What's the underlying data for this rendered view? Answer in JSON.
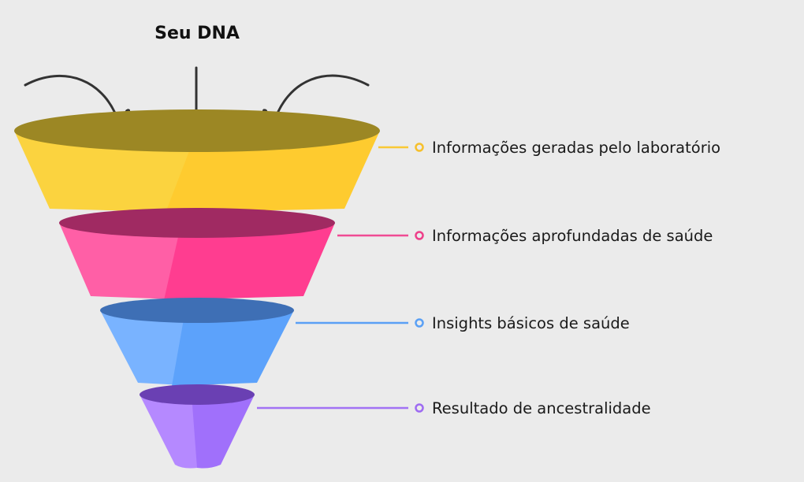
{
  "title": "Seu DNA",
  "layers": [
    {
      "label": "Informações geradas pelo laboratório",
      "colors": {
        "top": "#9c8724",
        "side_light": "#fbd33f",
        "side_dark": "#fecb2f",
        "line": "#f9c935",
        "dot": "#f6c02c"
      }
    },
    {
      "label": "Informações aprofundadas de saúde",
      "colors": {
        "top": "#a02a62",
        "side_light": "#ff5fa6",
        "side_dark": "#ff3d90",
        "line": "#f04b93",
        "dot": "#ee3f8a"
      }
    },
    {
      "label": "Insights básicos de saúde",
      "colors": {
        "top": "#3e6fb5",
        "side_light": "#79b3ff",
        "side_dark": "#5ca2fb",
        "line": "#5aa0f5",
        "dot": "#5aa0f5"
      }
    },
    {
      "label": "Resultado de ancestralidade",
      "colors": {
        "top": "#6a40b3",
        "side_light": "#b589ff",
        "side_dark": "#a070fb",
        "line": "#a272f4",
        "dot": "#9e6bf2"
      }
    }
  ]
}
